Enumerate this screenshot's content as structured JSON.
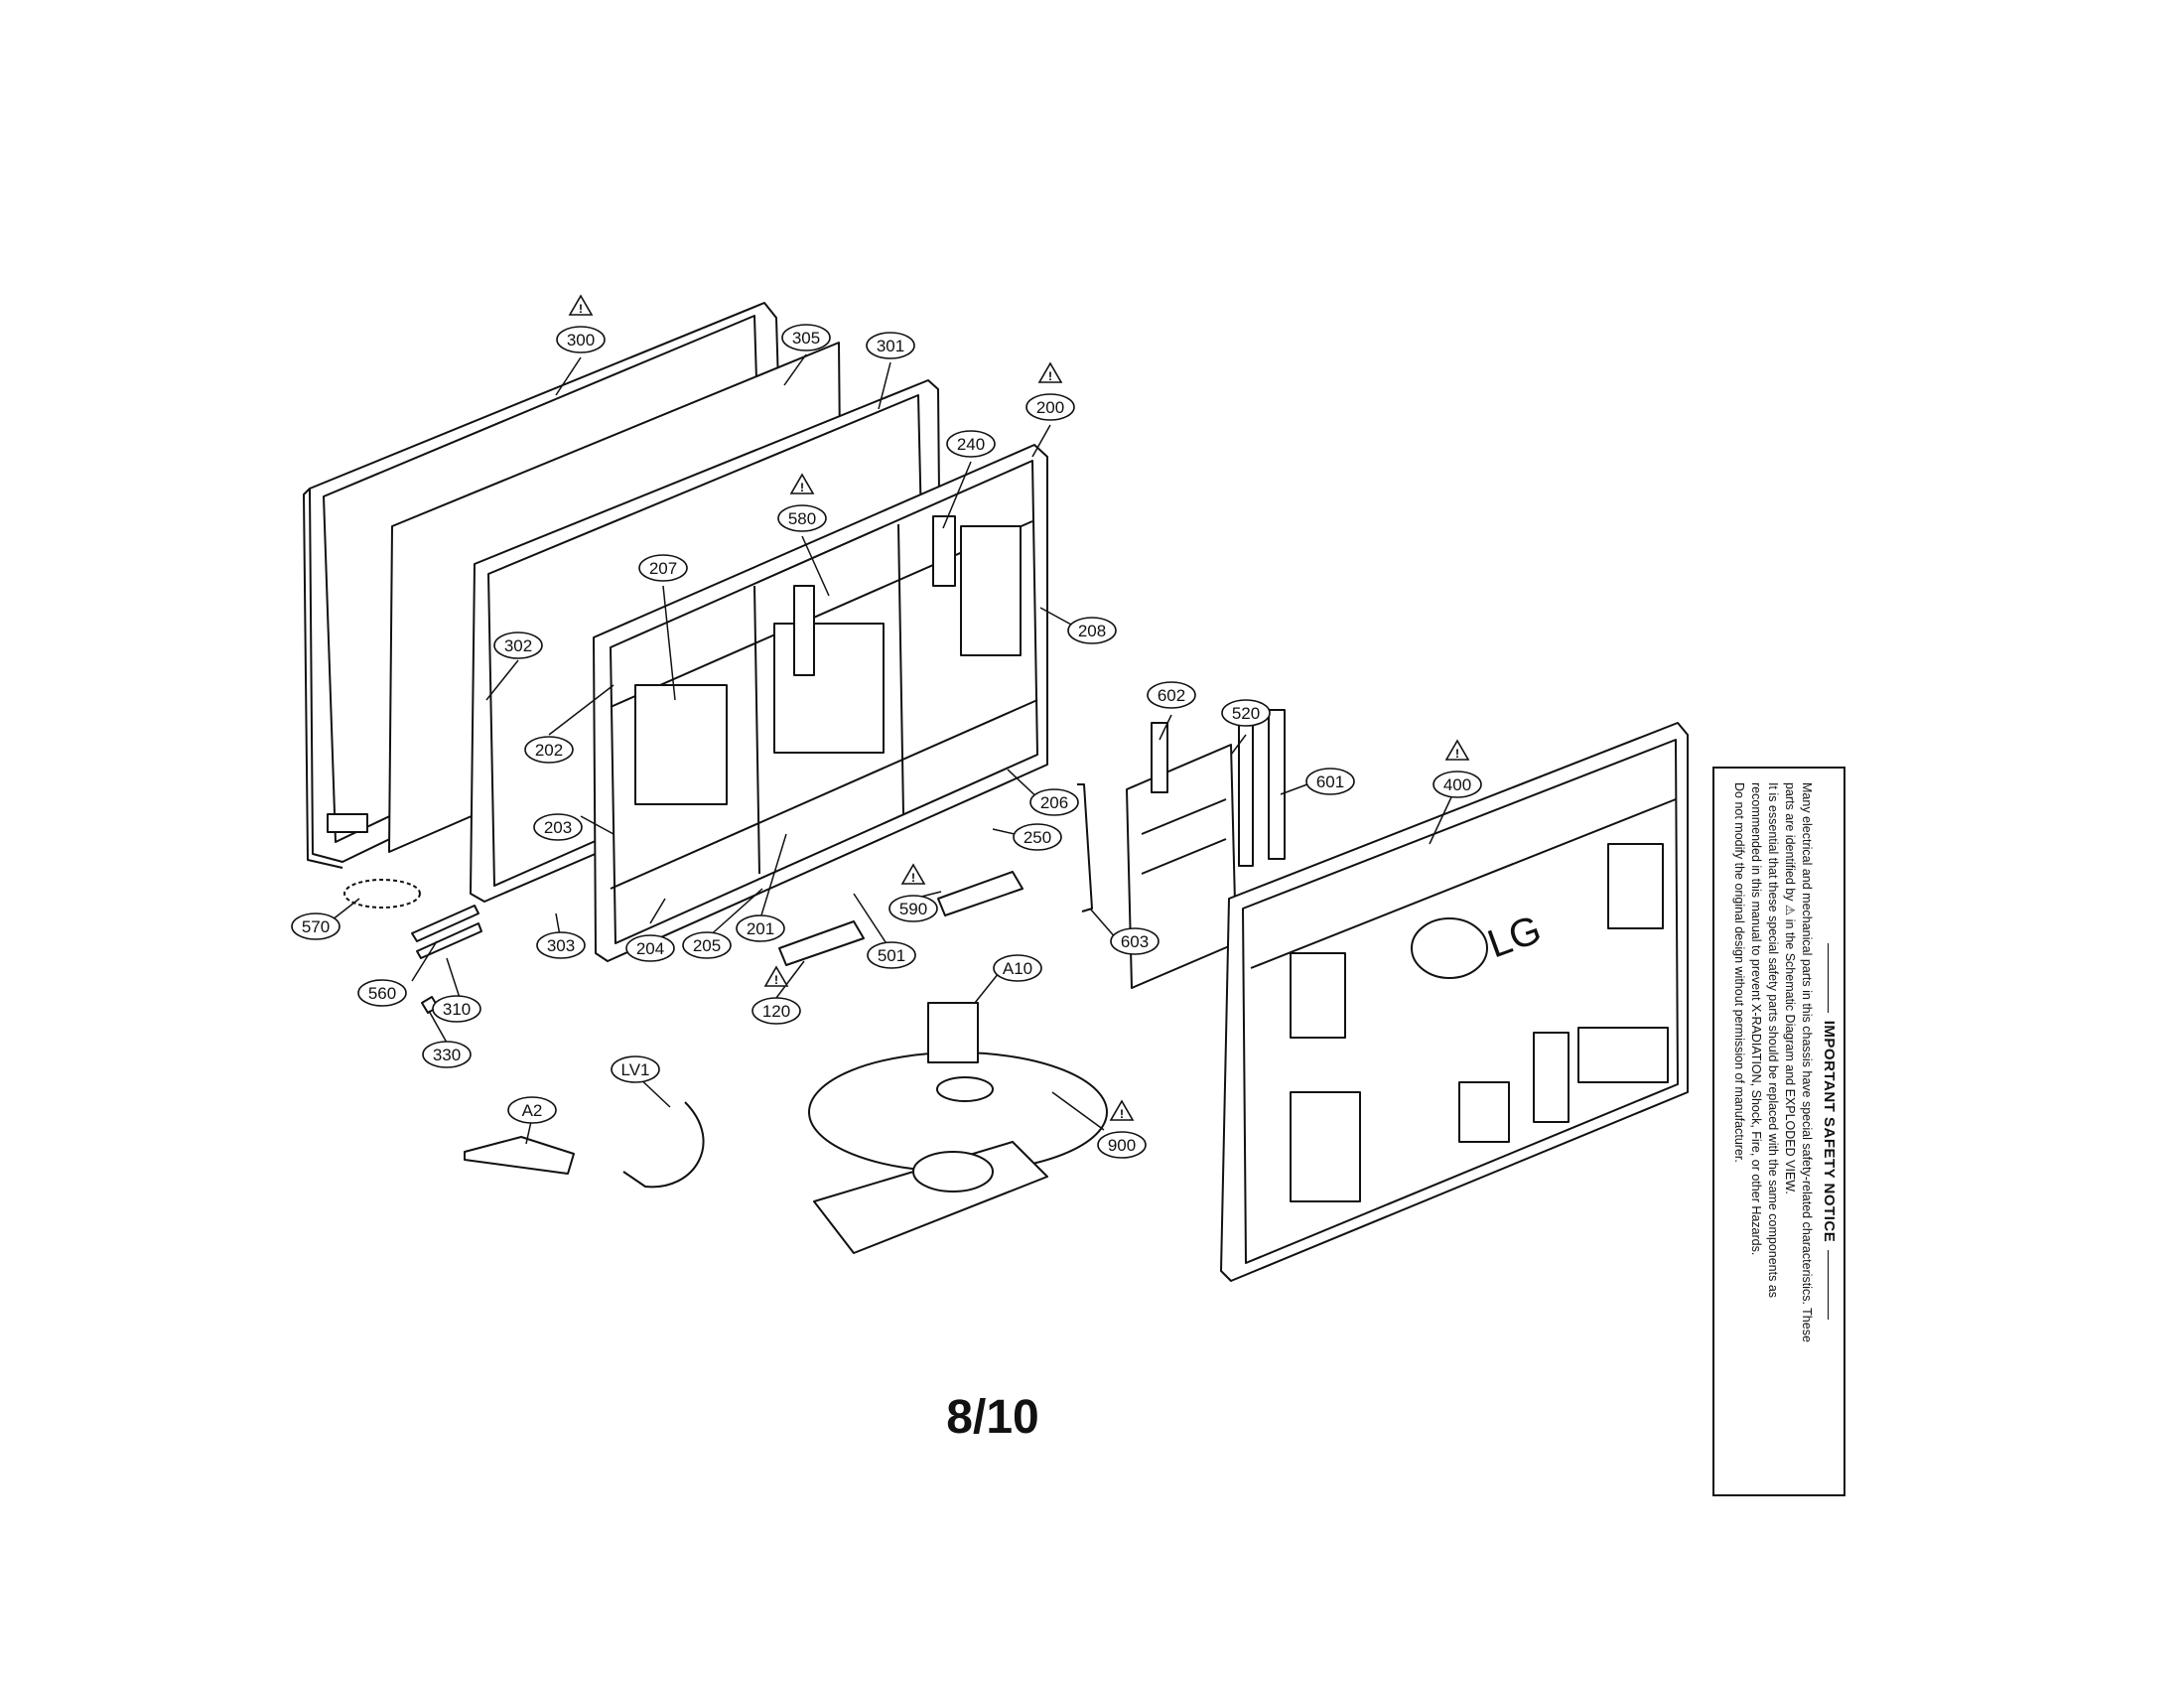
{
  "page_number": "8/10",
  "brand_logo": "LG",
  "notice": {
    "title": "IMPORTANT SAFETY NOTICE",
    "lines": [
      "Many electrical and mechanical parts in this chassis have special safety-related characteristics. These",
      "parts are identified by ⚠ in the Schematic Diagram and EXPLODED VIEW.",
      "It is essential that these special safety parts should be replaced with the same components as",
      "recommended in this manual to prevent X-RADIATION, Shock, Fire, or other Hazards.",
      "Do not modify the original design without permission of manufacturer."
    ]
  },
  "callouts": [
    {
      "label": "300",
      "safety": true
    },
    {
      "label": "305",
      "safety": false
    },
    {
      "label": "301",
      "safety": false
    },
    {
      "label": "200",
      "safety": true
    },
    {
      "label": "240",
      "safety": false
    },
    {
      "label": "580",
      "safety": true
    },
    {
      "label": "207",
      "safety": false
    },
    {
      "label": "208",
      "safety": false
    },
    {
      "label": "302",
      "safety": false
    },
    {
      "label": "202",
      "safety": false
    },
    {
      "label": "602",
      "safety": false
    },
    {
      "label": "520",
      "safety": false
    },
    {
      "label": "601",
      "safety": false
    },
    {
      "label": "400",
      "safety": true
    },
    {
      "label": "206",
      "safety": false
    },
    {
      "label": "203",
      "safety": false
    },
    {
      "label": "250",
      "safety": false
    },
    {
      "label": "590",
      "safety": true
    },
    {
      "label": "570",
      "safety": false
    },
    {
      "label": "303",
      "safety": false
    },
    {
      "label": "204",
      "safety": false
    },
    {
      "label": "205",
      "safety": false
    },
    {
      "label": "201",
      "safety": false
    },
    {
      "label": "501",
      "safety": false
    },
    {
      "label": "603",
      "safety": false
    },
    {
      "label": "560",
      "safety": false
    },
    {
      "label": "310",
      "safety": false
    },
    {
      "label": "120",
      "safety": true
    },
    {
      "label": "A10",
      "safety": false
    },
    {
      "label": "330",
      "safety": false
    },
    {
      "label": "LV1",
      "safety": false
    },
    {
      "label": "A2",
      "safety": false
    },
    {
      "label": "900",
      "safety": true
    }
  ]
}
